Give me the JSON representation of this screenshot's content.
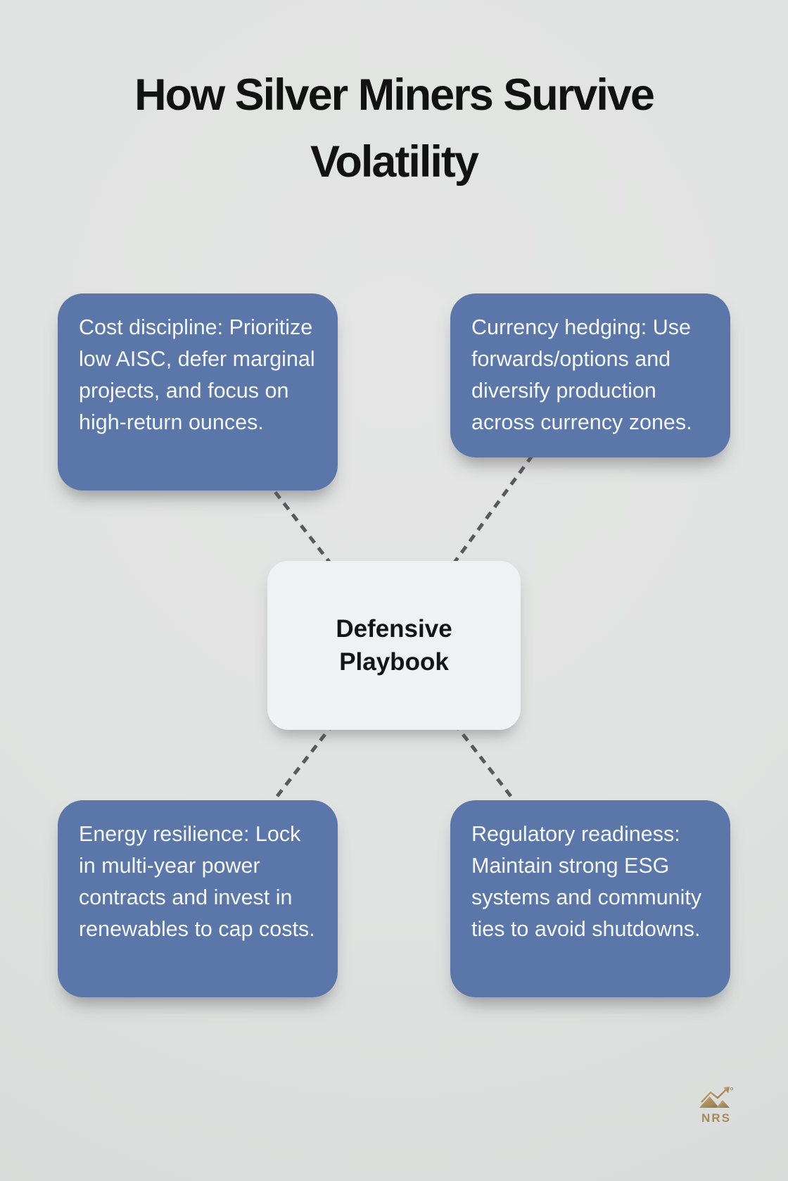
{
  "title": "How Silver Miners Survive Volatility",
  "center_node": {
    "label": "Defensive Playbook"
  },
  "nodes": [
    {
      "id": "cost-discipline",
      "text": "Cost discipline: Prioritize low AISC, defer marginal projects, and focus on high-return ounces."
    },
    {
      "id": "currency-hedging",
      "text": "Currency hedging: Use forwards/options and diversify production across currency zones."
    },
    {
      "id": "energy-resilience",
      "text": "Energy resilience: Lock in multi-year power contracts and invest in renewables to cap costs."
    },
    {
      "id": "regulatory-readiness",
      "text": "Regulatory readiness: Maintain strong ESG systems and community ties to avoid shutdowns."
    }
  ],
  "logo": {
    "brand": "NRS"
  },
  "colors": {
    "background": "#e0e2e1",
    "node_blue": "#5b76a8",
    "node_text": "#f4f7fb",
    "center_bg": "#f0f1f3",
    "title_text": "#121212",
    "connector_gray": "#58595b",
    "logo_gold": "#b29365"
  }
}
